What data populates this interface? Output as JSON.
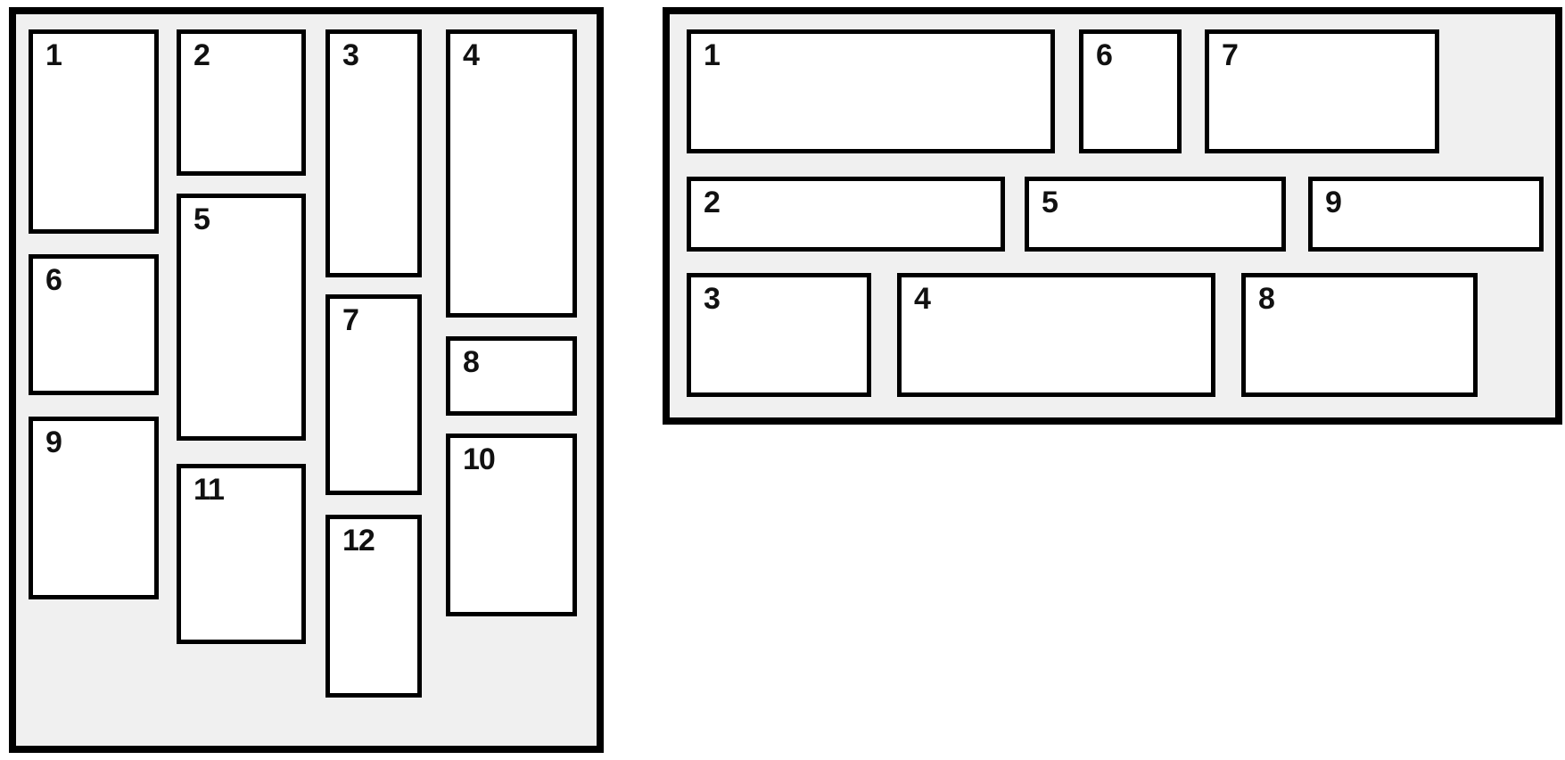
{
  "colors": {
    "page_background": "#ffffff",
    "panel_background": "#f0f0f0",
    "border": "#000000",
    "box_background": "#ffffff",
    "number_text": "#111111"
  },
  "panels": {
    "masonry": {
      "box_count": 12,
      "columns": 4,
      "labels": [
        "1",
        "2",
        "3",
        "4",
        "5",
        "6",
        "7",
        "8",
        "9",
        "10",
        "11",
        "12"
      ]
    },
    "rows": {
      "box_count": 9,
      "rows": 3,
      "labels": [
        "1",
        "2",
        "3",
        "4",
        "5",
        "6",
        "7",
        "8",
        "9"
      ]
    }
  }
}
